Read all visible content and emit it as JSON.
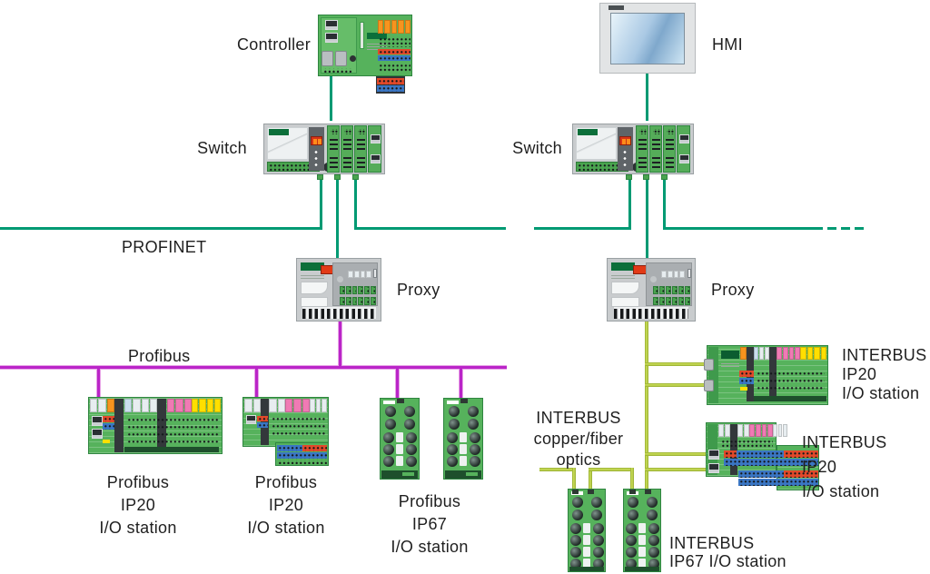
{
  "colors": {
    "profinet": "#009a73",
    "profibus": "#ba25c8",
    "profibus-halo": "#e7a3e7",
    "interbus": "#b5d33c",
    "device-green": "#56b25c",
    "device-gray": "#c9ccce"
  },
  "networks": {
    "profinet": {
      "label": "PROFINET"
    },
    "profibus": {
      "label": "Profibus"
    },
    "interbus": {
      "lines": [
        "INTERBUS",
        "copper/fiber",
        "optics"
      ]
    }
  },
  "nodes": {
    "controller": {
      "label": "Controller"
    },
    "hmi": {
      "label": "HMI"
    },
    "switch_left": {
      "label": "Switch"
    },
    "switch_right": {
      "label": "Switch"
    },
    "proxy_left": {
      "label": "Proxy"
    },
    "proxy_right": {
      "label": "Proxy"
    },
    "profibus_ip20_a": {
      "lines": [
        "Profibus",
        "IP20",
        "I/O station"
      ]
    },
    "profibus_ip20_b": {
      "lines": [
        "Profibus",
        "IP20",
        "I/O station"
      ]
    },
    "profibus_ip67": {
      "lines": [
        "Profibus",
        "IP67",
        "I/O station"
      ]
    },
    "interbus_ip20_a": {
      "lines": [
        "INTERBUS",
        "IP20",
        "I/O station"
      ]
    },
    "interbus_ip20_b": {
      "lines": [
        "INTERBUS",
        "IP20",
        "I/O station"
      ]
    },
    "interbus_ip67": {
      "lines": [
        "INTERBUS",
        "IP67 I/O station"
      ]
    }
  }
}
